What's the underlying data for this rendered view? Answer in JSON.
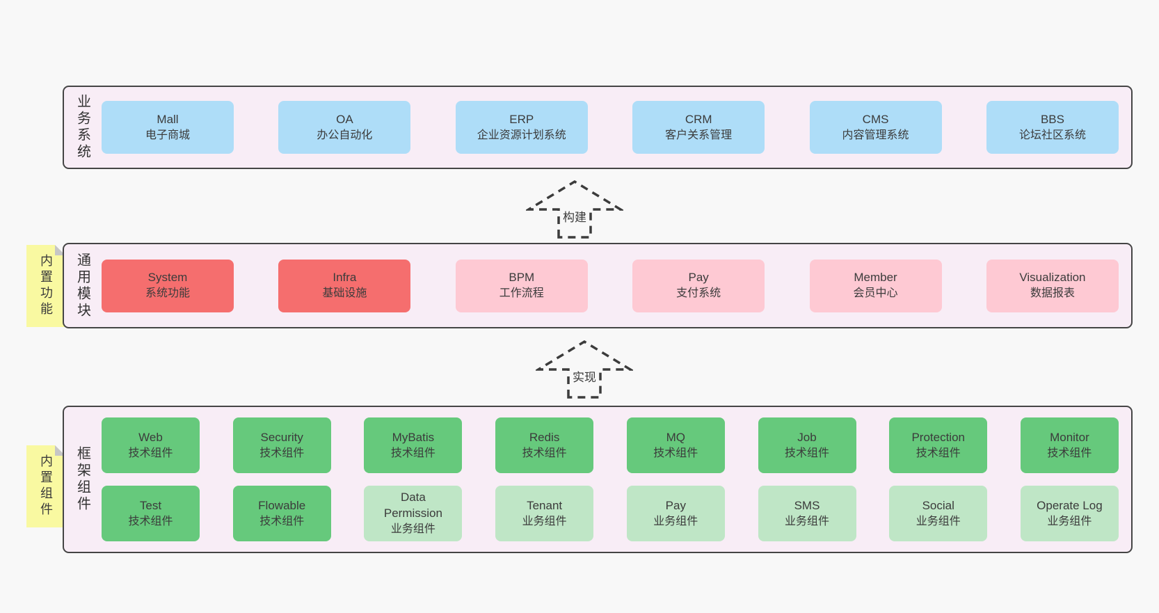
{
  "colors": {
    "page_bg": "#f8f8f8",
    "band_bg": "#f8edf6",
    "band_border": "#454545",
    "node_blue": "#aeddf8",
    "node_red": "#f56e6e",
    "node_pink": "#fec9d3",
    "node_green": "#66c97c",
    "node_lightgreen": "#bfe6c6",
    "sticky_yellow": "#f9f9a1",
    "text": "#3b3b3b"
  },
  "arrows": [
    {
      "label": "构建"
    },
    {
      "label": "实现"
    }
  ],
  "bands": [
    {
      "label": "业务系统",
      "boxes": [
        {
          "name": "Mall",
          "subtitle": "电子商城"
        },
        {
          "name": "OA",
          "subtitle": "办公自动化"
        },
        {
          "name": "ERP",
          "subtitle": "企业资源计划系统"
        },
        {
          "name": "CRM",
          "subtitle": "客户关系管理"
        },
        {
          "name": "CMS",
          "subtitle": "内容管理系统"
        },
        {
          "name": "BBS",
          "subtitle": "论坛社区系统"
        }
      ]
    },
    {
      "label": "通用模块",
      "sticky": "内置功能",
      "boxes": [
        {
          "name": "System",
          "subtitle": "系统功能"
        },
        {
          "name": "Infra",
          "subtitle": "基础设施"
        },
        {
          "name": "BPM",
          "subtitle": "工作流程"
        },
        {
          "name": "Pay",
          "subtitle": "支付系统"
        },
        {
          "name": "Member",
          "subtitle": "会员中心"
        },
        {
          "name": "Visualization",
          "subtitle": "数据报表"
        }
      ]
    },
    {
      "label": "框架组件",
      "sticky": "内置组件",
      "rows": [
        [
          {
            "name": "Web",
            "subtitle": "技术组件"
          },
          {
            "name": "Security",
            "subtitle": "技术组件"
          },
          {
            "name": "MyBatis",
            "subtitle": "技术组件"
          },
          {
            "name": "Redis",
            "subtitle": "技术组件"
          },
          {
            "name": "MQ",
            "subtitle": "技术组件"
          },
          {
            "name": "Job",
            "subtitle": "技术组件"
          },
          {
            "name": "Protection",
            "subtitle": "技术组件"
          },
          {
            "name": "Monitor",
            "subtitle": "技术组件"
          }
        ],
        [
          {
            "name": "Test",
            "subtitle": "技术组件"
          },
          {
            "name": "Flowable",
            "subtitle": "技术组件"
          },
          {
            "name": "Data Permission",
            "subtitle": "业务组件"
          },
          {
            "name": "Tenant",
            "subtitle": "业务组件"
          },
          {
            "name": "Pay",
            "subtitle": "业务组件"
          },
          {
            "name": "SMS",
            "subtitle": "业务组件"
          },
          {
            "name": "Social",
            "subtitle": "业务组件"
          },
          {
            "name": "Operate Log",
            "subtitle": "业务组件"
          }
        ]
      ]
    }
  ]
}
